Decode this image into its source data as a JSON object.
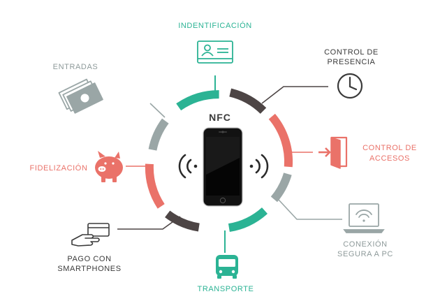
{
  "center": {
    "title": "NFC"
  },
  "colors": {
    "teal": "#2bb394",
    "coral": "#ea7269",
    "dark": "#4d4545",
    "gray": "#9aa6a6",
    "phone": "#121212"
  },
  "nodes": [
    {
      "id": "identificacion",
      "lines": [
        "INDENTIFICACIÓN"
      ],
      "color": "#2bb394",
      "icon": "id-card-icon"
    },
    {
      "id": "control-presencia",
      "lines": [
        "CONTROL DE",
        "PRESENCIA"
      ],
      "color": "#3a3a3a",
      "icon": "clock-icon"
    },
    {
      "id": "control-accesos",
      "lines": [
        "CONTROL DE",
        "ACCESOS"
      ],
      "color": "#ea7269",
      "icon": "door-entry-icon"
    },
    {
      "id": "conexion-segura",
      "lines": [
        "CONEXIÓN",
        "SEGURA A PC"
      ],
      "color": "#8e9a9a",
      "icon": "laptop-wifi-icon"
    },
    {
      "id": "transporte",
      "lines": [
        "TRANSPORTE"
      ],
      "color": "#2bb394",
      "icon": "bus-icon"
    },
    {
      "id": "pago-smartphones",
      "lines": [
        "PAGO CON",
        "SMARTPHONES"
      ],
      "color": "#3a3a3a",
      "icon": "hand-card-icon"
    },
    {
      "id": "fidelizacion",
      "lines": [
        "FIDELIZACIÓN"
      ],
      "color": "#ea7269",
      "icon": "piggy-bank-icon"
    },
    {
      "id": "entradas",
      "lines": [
        "ENTRADAS"
      ],
      "color": "#8e9a9a",
      "icon": "tickets-icon"
    }
  ]
}
